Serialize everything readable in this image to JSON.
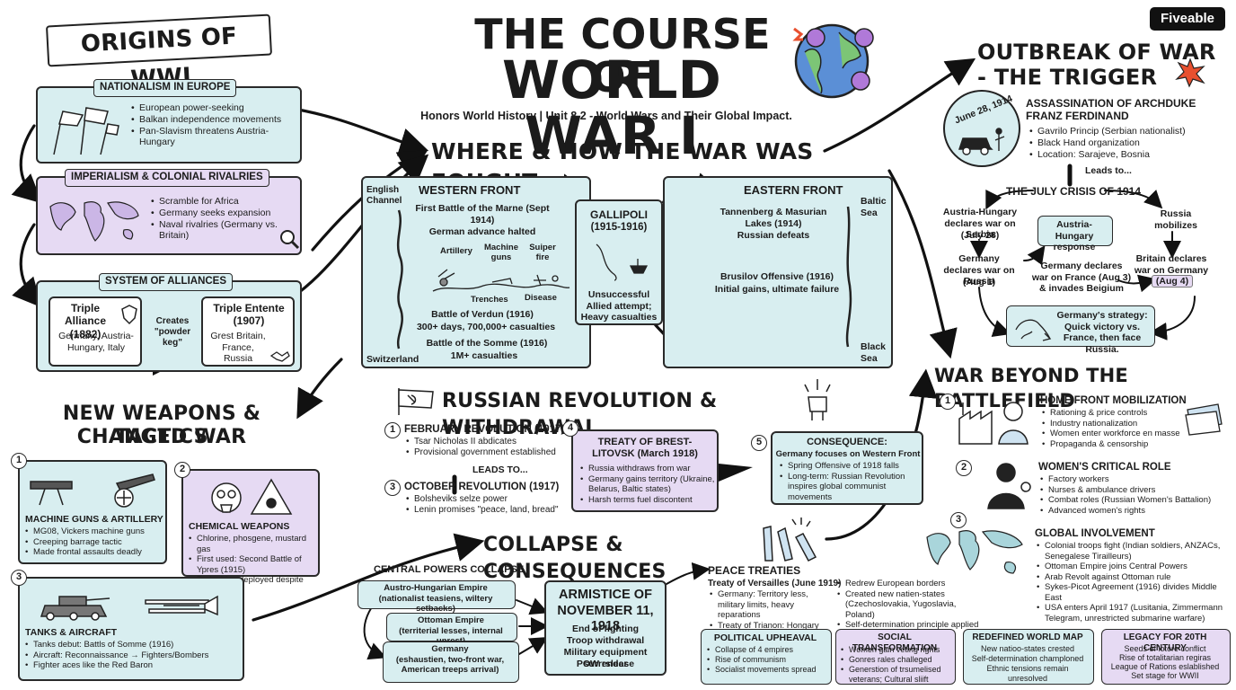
{
  "header": {
    "title_line1": "THE COURSE OF",
    "title_line2": "WORLD WAR I",
    "subtitle": "Honors World History | Unit 8.2 - World Wars and Their Global Impact.",
    "brand": "Fiveable",
    "globe_icon": "globe-icon"
  },
  "origins": {
    "banner": "ORIGINS OF WWI",
    "nationalism": {
      "title": "NATIONALISM IN EUROPE",
      "items": [
        "European power-seeking",
        "Balkan independence movements",
        "Pan-Slavism threatens Austria-Hungary"
      ]
    },
    "imperialism": {
      "title": "IMPERIALISM & COLONIAL RIVALRIES",
      "items": [
        "Scramble for Africa",
        "Germany seeks expansion",
        "Naval rivalries (Germany vs. Britain)"
      ]
    },
    "alliances": {
      "title": "SYSTEM OF ALLIANCES",
      "triple_alliance_title": "Triple Alliance (1882)",
      "triple_alliance_members": "Germany, Austria-Hungary, Italy",
      "creates": "Creates \"powder keg\"",
      "triple_entente_title": "Triple Entente (1907)",
      "triple_entente_members": "Grest Britain, France, Russia"
    }
  },
  "fought": {
    "title": "WHERE & HOW THE WAR WAS FOUGHT",
    "western": {
      "title": "WESTERN FRONT",
      "english_channel": "English Channel",
      "switzerland": "Switzerland",
      "marne": "First Battle of the Marne (Sept 1914)",
      "marne_note": "German advance halted",
      "artillery": "Artillery",
      "machine_guns": "Machine guns",
      "sniper": "Suiper fire",
      "trenches": "Trenches",
      "disease": "Disease",
      "verdun": "Battle of Verdun (1916)",
      "verdun_note": "300+ days, 700,000+ casualties",
      "somme": "Battle of the Somme (1916)",
      "somme_note": "1M+ casualties"
    },
    "gallipoli": {
      "title": "GALLIPOLI",
      "years": "(1915-1916)",
      "note": "Unsuccessful Allied attempt; Heavy casualties"
    },
    "eastern": {
      "title": "EASTERN FRONT",
      "baltic": "Baltic Sea",
      "black": "Black Sea",
      "tannenberg": "Tannenberg & Masurian Lakes (1914)",
      "tannenberg_note": "Russian defeats",
      "brusilov": "Brusilov Offensive (1916)",
      "brusilov_note": "Initial gains, ultimate failure"
    }
  },
  "outbreak": {
    "title_line1": "OUTBREAK OF WAR",
    "title_line2": "- THE TRIGGER",
    "date": "June 28, 1914",
    "assassination_title": "ASSASSINATION OF ARCHDUKE FRANZ FERDINAND",
    "items": [
      "Gavrilo Princip (Serbian nationalist)",
      "Black Hand organization",
      "Location: Sarajeve, Bosnia"
    ],
    "leads_to": "Leads to...",
    "july_crisis": "THE JULY CRISIS OF 1914",
    "ah_declares": "Austria-Hungary declares war on Serbia",
    "ah_date": "(July 28)",
    "ah_response": "Austria-Hungary response",
    "russia_mobilizes": "Russia mobilizes",
    "germany_russia": "Germany declares war on Russia",
    "germany_russia_date": "(Aug 1)",
    "germany_france": "Germany declares war on France (Aug 3) & invades Beigium",
    "britain": "Britain declares war on Germany",
    "britain_date": "(Aug 4)",
    "strategy": "Germany's strategy: Quick victory vs. France, then face Russia."
  },
  "weapons": {
    "title_line1": "NEW WEAPONS & TACTICS",
    "title_line2": "CHANGED WAR",
    "n1": "1",
    "n2": "2",
    "n3": "3",
    "machine": {
      "title": "MACHINE GUNS & ARTILLERY",
      "items": [
        "MG08, Vickers machine guns",
        "Creeping barrage tactic",
        "Made frontal assaults deadly"
      ]
    },
    "chemical": {
      "title": "CHEMICAL WEAPONS",
      "items": [
        "Chlorine, phosgene, mustard gas",
        "First used: Second Battle of Ypres (1915)",
        "Both sides deployed despite controversy"
      ]
    },
    "tanks": {
      "title": "TANKS & AIRCRAFT",
      "items": [
        "Tanks debut: Battls of Somme (1916)",
        "Aircraft: Reconnaissance → Fighters/Bombers",
        "Fighter aces like the Red Baron"
      ]
    }
  },
  "revolution": {
    "title": "RUSSIAN REVOLUTION & WITHDRAWAL",
    "n1": "1",
    "n3": "3",
    "n4": "4",
    "n5": "5",
    "february": "FEBRUARY REVOLUTION (1917)",
    "february_items": [
      "Tsar Nicholas II abdicates",
      "Provisional government established"
    ],
    "leads_to": "LEADS TO...",
    "october": "OCTOBER REVOLUTION (1917)",
    "october_items": [
      "Bolsheviks selze power",
      "Lenin promises \"peace, land, bread\""
    ],
    "brest_title": "TREATY OF BREST-LITOVSK (March 1918)",
    "brest_items": [
      "Russia withdraws from war",
      "Germany gains territory (Ukraine, Belarus, Baltic states)",
      "Harsh terms fuel discontent"
    ],
    "consequence_title": "CONSEQUENCE:",
    "consequence_lead": "Germany focuses on Western Front",
    "consequence_items": [
      "Spring Offensive of 1918 falls",
      "Long-term: Russian Revolution inspires global communist movements"
    ]
  },
  "beyond": {
    "title": "WAR BEYOND THE BATTLEFIELD",
    "n1": "1",
    "n2": "2",
    "n3": "3",
    "home": {
      "title": "HOME FRONT MOBILIZATION",
      "items": [
        "Rationing & price controls",
        "Industry nationalization",
        "Women enter workforce en masse",
        "Propaganda & censorship"
      ]
    },
    "women": {
      "title": "WOMEN'S CRITICAL ROLE",
      "items": [
        "Factory workers",
        "Nurses & ambulance drivers",
        "Combat roles (Russian Women's Battalion)",
        "Advanced women's rights"
      ]
    },
    "global": {
      "title": "GLOBAL INVOLVEMENT",
      "items": [
        "Colonial troops fight (Indian soldiers, ANZACs, Senegalese Tirailleurs)",
        "Ottoman Empire joins Central Powers",
        "Arab Revolt against Ottoman rule",
        "Sykes-Picot Agreement (1916) divides Middle East",
        "USA enters April 1917 (Lusitania, Zimmermann Telegram, unrestricted submarine warfare)"
      ]
    }
  },
  "collapse": {
    "title": "COLLAPSE & CONSEQUENCES",
    "central": "CENTRAL POWERS COLLAPSE",
    "austro": "Austro-Hungarian Empire",
    "austro_note": "(nationalist teasiens, wiltery setbacks)",
    "ottoman": "Ottoman Empire",
    "ottoman_note": "(territerial lesses, internal unrest)",
    "germany": "Germany",
    "germany_note": "(eshaustien, two-front war, American treeps arrival)",
    "armistice_line1": "ARMISTICE OF",
    "armistice_line2": "NOVEMBER 11, 1918",
    "armistice_items": [
      "End of fighting",
      "Troop withdrawal",
      "Military equipment surrender",
      "POW rslease"
    ],
    "peace_title": "PEACE TREATIES",
    "versailles": "Treaty of Versailles (June 1919)",
    "peace_items_left": [
      "Germany: Territory less, military limits, heavy reparations",
      "Treaty of Trianon: Hongary"
    ],
    "peace_items_right": [
      "Redrew European borders",
      "Created new natien-states (Czechoslovakia, Yugoslavia, Poland)",
      "Self-determination principle applied"
    ],
    "political_title": "POLITICAL UPHEAVAL",
    "political_items": [
      "Collapse of 4 empires",
      "Rise of communism",
      "Socialist movements spread"
    ],
    "social_title": "SOCIAL TRANSFORMATION",
    "social_items": [
      "Women gain veting rights",
      "Gonres rales challeged",
      "Generstion of trsumelised veterans; Cultural sliift"
    ],
    "map_title": "REDEFINED WORLD MAP",
    "map_items": [
      "New natioo-states crested",
      "Self-determination champloned",
      "Ethnic tensions remain unresolved"
    ],
    "legacy_title": "LEGACY FOR 20TH CENTURY",
    "legacy_items": [
      "Seeds of lotore conflict",
      "Rise of totalitarian regiras",
      "League of Rations eslablished",
      "Set stage for WWII"
    ]
  },
  "colors": {
    "teal": "#d8eef0",
    "lilac": "#e6daf3",
    "ink": "#1b1b1b",
    "accent": "#e8502f"
  }
}
